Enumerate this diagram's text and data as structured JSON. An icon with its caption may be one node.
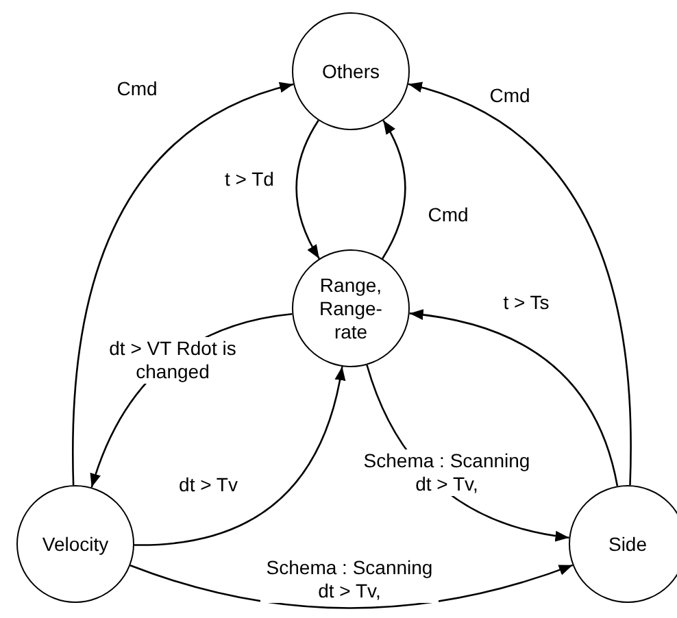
{
  "diagram": {
    "nodes": [
      {
        "text": [
          "Others"
        ]
      },
      {
        "text": [
          "Range, Range-rate"
        ]
      },
      {
        "text": [
          "Velocity"
        ]
      },
      {
        "text": [
          "Side"
        ]
      }
    ],
    "edges": [
      {
        "from": 2,
        "to": 0,
        "arrow": "to",
        "label": "Cmd"
      },
      {
        "from": 3,
        "to": 0,
        "arrow": "to",
        "label": "Cmd"
      },
      {
        "from": 0,
        "to": 1,
        "arrow": "to",
        "label": "t > Td"
      },
      {
        "from": 1,
        "to": 0,
        "arrow": "to",
        "label": "Cmd"
      },
      {
        "from": 3,
        "to": 1,
        "arrow": "to",
        "label": "t > Ts"
      },
      {
        "from": 1,
        "to": 2,
        "arrow": "to",
        "label": "dt > VT Rdot is changed"
      },
      {
        "from": 2,
        "to": 1,
        "arrow": "to",
        "label": "dt > Tv"
      },
      {
        "from": 1,
        "to": 3,
        "arrow": "to",
        "label": "Schema : Scanning dt > Tv,"
      },
      {
        "from": 2,
        "to": 3,
        "arrow": "to",
        "label": "Schema : Scanning dt > Tv,"
      }
    ]
  }
}
